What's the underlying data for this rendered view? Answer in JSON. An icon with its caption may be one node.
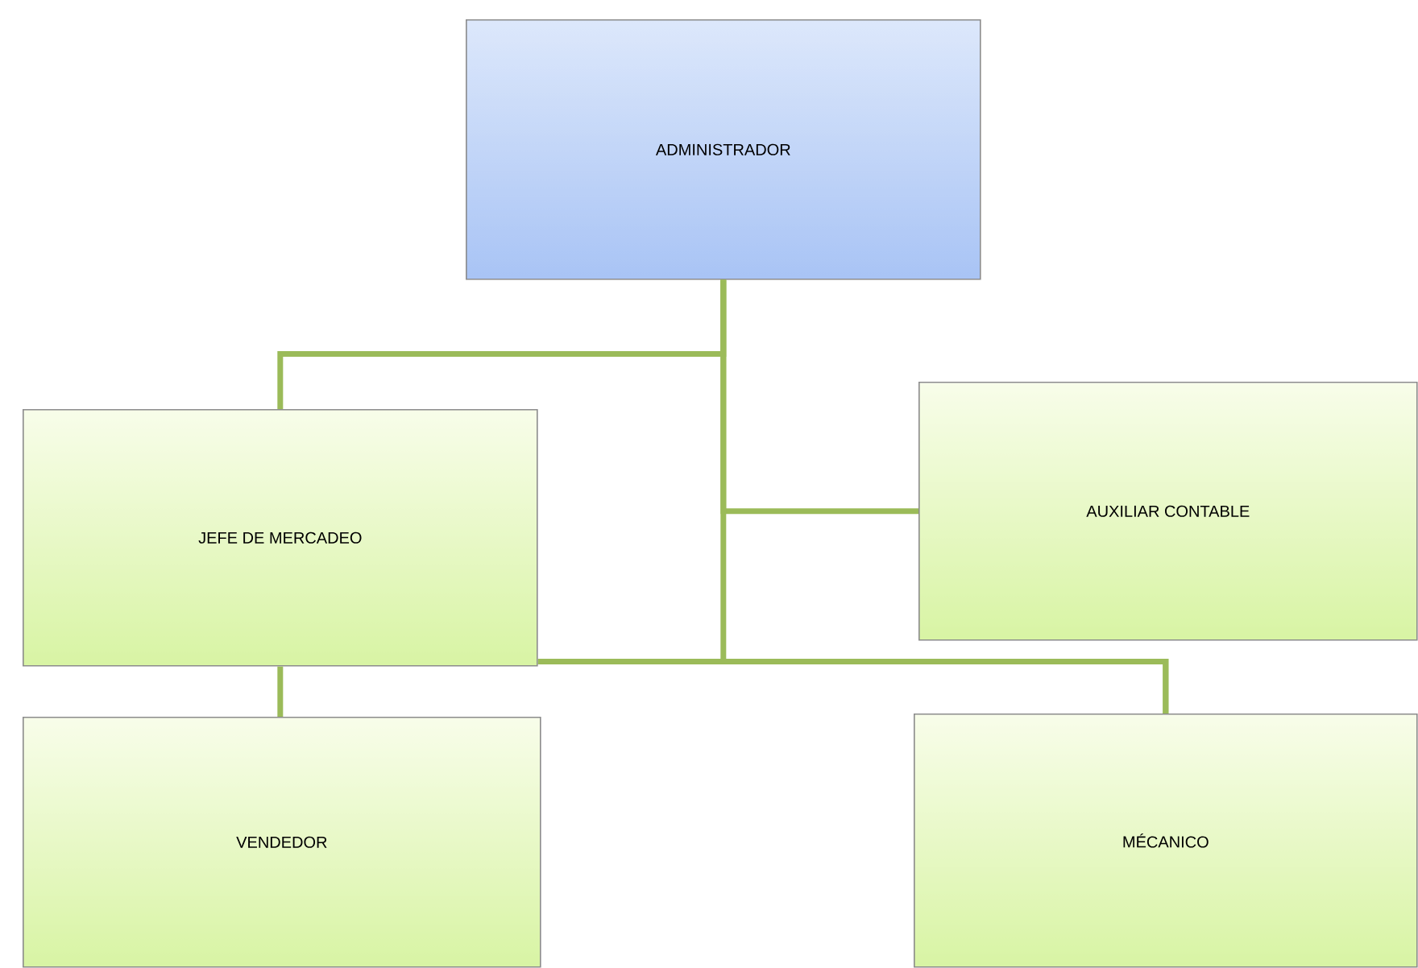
{
  "diagram": {
    "nodes": [
      {
        "text": [
          "ADMINISTRADOR"
        ]
      },
      {
        "text": [
          "JEFE DE MERCADEO"
        ]
      },
      {
        "text": [
          "AUXILIAR CONTABLE"
        ]
      },
      {
        "text": [
          "VENDEDOR"
        ]
      },
      {
        "text": [
          "MÉCANICO"
        ]
      }
    ],
    "edges": [
      {
        "from": 0,
        "to": 1,
        "arrow": "none"
      },
      {
        "from": 0,
        "to": 2,
        "arrow": "none"
      },
      {
        "from": 0,
        "to": 4,
        "arrow": "none"
      },
      {
        "from": 1,
        "to": 4,
        "arrow": "none"
      },
      {
        "from": 1,
        "to": 3,
        "arrow": "none"
      }
    ]
  }
}
